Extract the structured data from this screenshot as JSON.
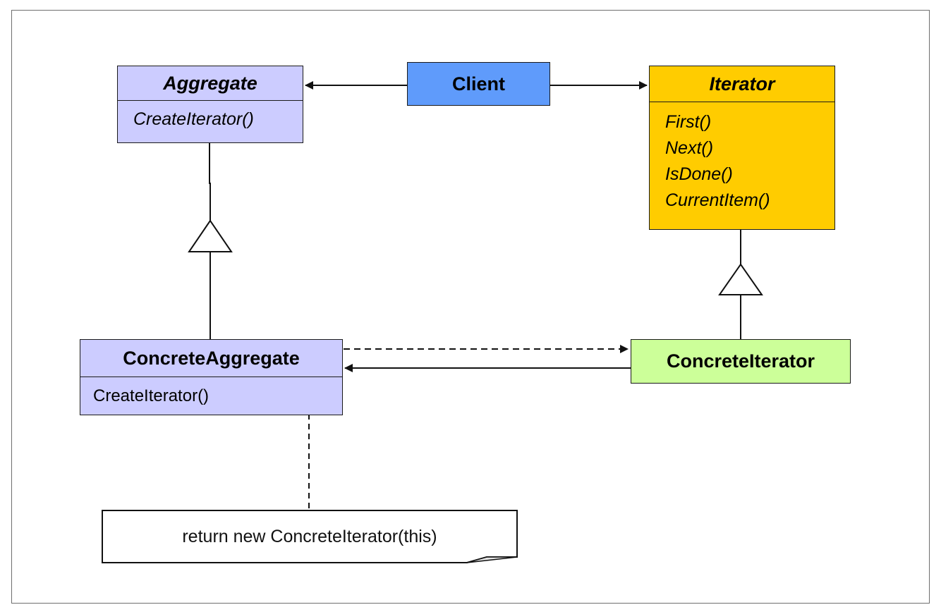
{
  "colors": {
    "abstract_class_fill": "#ccccff",
    "client_fill": "#5f9bfb",
    "iterator_fill": "#ffcc00",
    "concrete_iterator_fill": "#ccff99",
    "note_fill": "#ffffff",
    "line": "#1a1a1a"
  },
  "aggregate": {
    "name": "Aggregate",
    "operations": [
      "CreateIterator()"
    ]
  },
  "client": {
    "name": "Client"
  },
  "iterator": {
    "name": "Iterator",
    "operations": [
      "First()",
      "Next()",
      "IsDone()",
      "CurrentItem()"
    ]
  },
  "concrete_aggregate": {
    "name": "ConcreteAggregate",
    "operations": [
      "CreateIterator()"
    ]
  },
  "concrete_iterator": {
    "name": "ConcreteIterator"
  },
  "note": {
    "text": "return new ConcreteIterator(this)"
  }
}
